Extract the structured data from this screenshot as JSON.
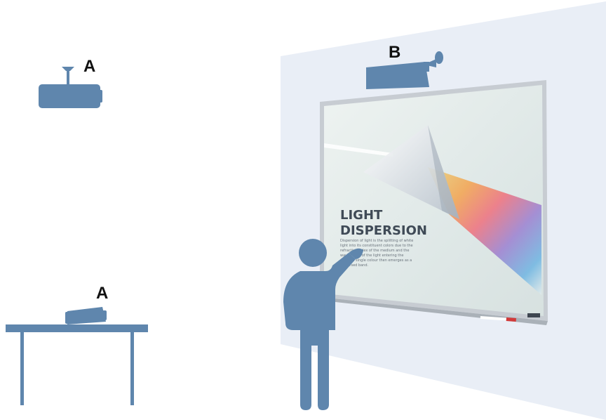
{
  "labels": {
    "ceiling_projector": "A",
    "table_projector": "A",
    "short_throw_projector": "B"
  },
  "slide": {
    "title_line1": "LIGHT",
    "title_line2": "DISPERSION",
    "body": "Dispersion of light is the splitting of white light into its constituent colors due to the refractive index of the medium and the wavelength of the light entering the prism; a single colour then emerges as a dispersed band."
  },
  "colors": {
    "icon": "#5f86ad",
    "wall": "#e9eef6",
    "board_frame": "#c7ccd2",
    "board_surface": "#e3ecec"
  }
}
